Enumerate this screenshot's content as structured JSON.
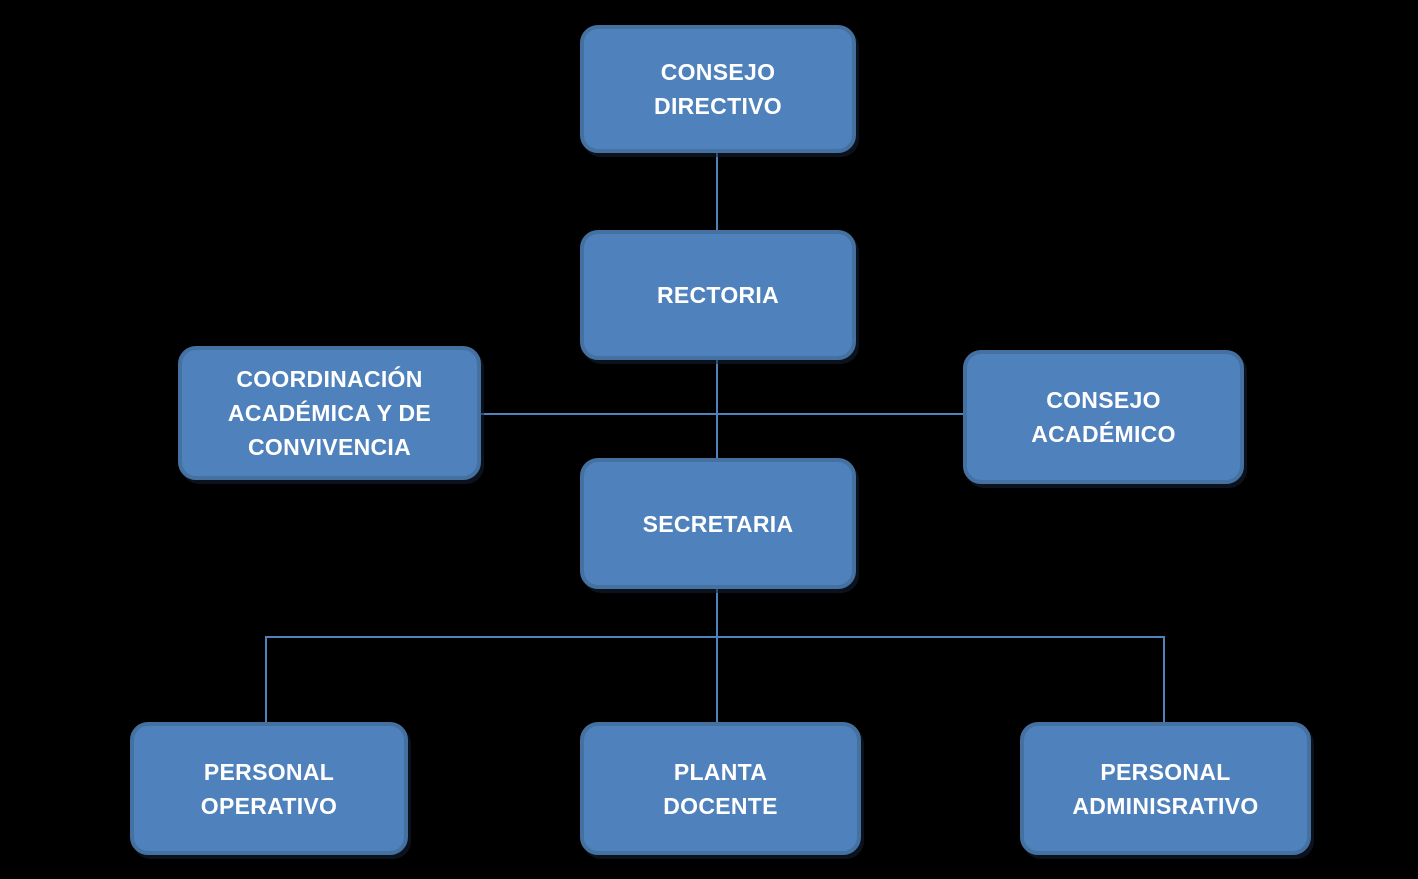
{
  "colors": {
    "background": "#000000",
    "node_fill": "#4f81bd",
    "node_border": "#44719f",
    "line_color": "#4f81bd",
    "text": "#ffffff"
  },
  "nodes": [
    {
      "id": "consejo-directivo",
      "label": "CONSEJO DIRECTIVO",
      "lines": [
        "CONSEJO",
        "DIRECTIVO"
      ]
    },
    {
      "id": "rectoria",
      "label": "RECTORIA",
      "lines": [
        "RECTORIA"
      ]
    },
    {
      "id": "coordinacion-academica",
      "label": "COORDINACIÓN ACADÉMICA Y DE CONVIVENCIA",
      "lines": [
        "COORDINACIÓN",
        "ACADÉMICA Y DE",
        "CONVIVENCIA"
      ]
    },
    {
      "id": "consejo-academico",
      "label": "CONSEJO ACADÉMICO",
      "lines": [
        "CONSEJO",
        "ACADÉMICO"
      ]
    },
    {
      "id": "secretaria",
      "label": "SECRETARIA",
      "lines": [
        "SECRETARIA"
      ]
    },
    {
      "id": "personal-operativo",
      "label": "PERSONAL OPERATIVO",
      "lines": [
        "PERSONAL",
        "OPERATIVO"
      ]
    },
    {
      "id": "planta-docente",
      "label": "PLANTA DOCENTE",
      "lines": [
        "PLANTA",
        "DOCENTE"
      ]
    },
    {
      "id": "personal-adminisrativo",
      "label": "PERSONAL ADMINISRATIVO",
      "lines": [
        "PERSONAL",
        "ADMINISRATIVO"
      ]
    }
  ],
  "edges": [
    {
      "from": "CONSEJO DIRECTIVO",
      "to": "RECTORIA"
    },
    {
      "from": "RECTORIA",
      "to": "SECRETARIA"
    },
    {
      "from": "RECTORIA",
      "to": "COORDINACIÓN ACADÉMICA Y DE CONVIVENCIA"
    },
    {
      "from": "RECTORIA",
      "to": "CONSEJO ACADÉMICO"
    },
    {
      "from": "SECRETARIA",
      "to": "PERSONAL OPERATIVO"
    },
    {
      "from": "SECRETARIA",
      "to": "PLANTA DOCENTE"
    },
    {
      "from": "SECRETARIA",
      "to": "PERSONAL ADMINISRATIVO"
    }
  ]
}
